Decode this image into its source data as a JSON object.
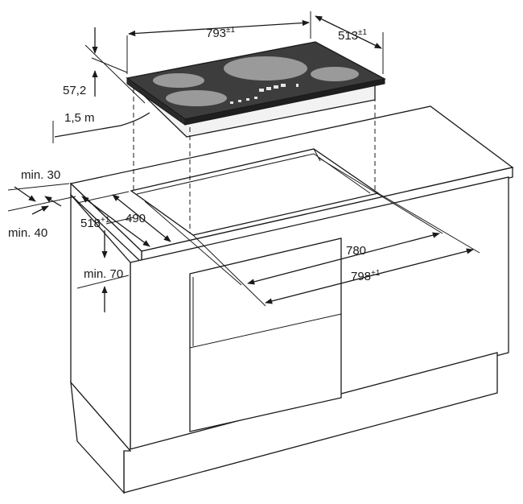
{
  "dimensions": {
    "hob_width": {
      "value": "793",
      "tolerance": "±1"
    },
    "hob_depth": {
      "value": "513",
      "tolerance": "±1"
    },
    "hob_height": {
      "value": "57,2"
    },
    "cable_length": {
      "value": "1,5 m"
    },
    "min_front": {
      "value": "min. 30"
    },
    "min_back": {
      "value": "min. 40"
    },
    "cutout_depth_outer": {
      "value": "518",
      "tolerance": "+1"
    },
    "cutout_depth_inner": {
      "value": "490"
    },
    "min_side": {
      "value": "min. 70"
    },
    "cutout_width_inner": {
      "value": "780"
    },
    "cutout_width_outer": {
      "value": "798",
      "tolerance": "+1"
    }
  },
  "colors": {
    "hob_glass": "#3d3d3d",
    "cooking_zone": "#9a9a9a",
    "line": "#1a1a1a"
  }
}
